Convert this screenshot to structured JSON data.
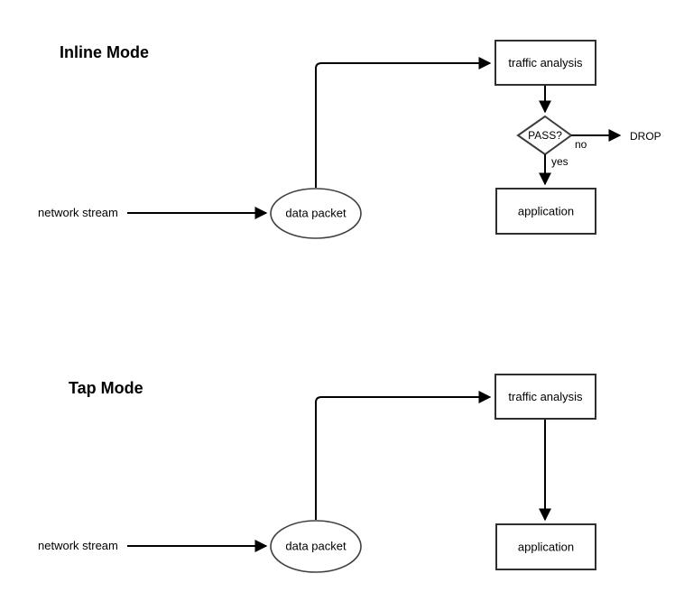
{
  "page": {
    "background": "#ffffff"
  },
  "colors": {
    "rect_stroke": "#2f2f2f",
    "ellipse_stroke": "#404040",
    "diamond_stroke": "#3c3c3c",
    "edge_stroke": "#000000",
    "text": "#000000"
  },
  "inline_mode": {
    "title": "Inline Mode",
    "network_stream_label": "network stream",
    "data_packet_label": "data packet",
    "traffic_analysis_label": "traffic analysis",
    "decision_label": "PASS?",
    "edge_no_label": "no",
    "edge_yes_label": "yes",
    "drop_label": "DROP",
    "application_label": "application"
  },
  "tap_mode": {
    "title": "Tap Mode",
    "network_stream_label": "network stream",
    "data_packet_label": "data packet",
    "traffic_analysis_label": "traffic analysis",
    "application_label": "application"
  }
}
